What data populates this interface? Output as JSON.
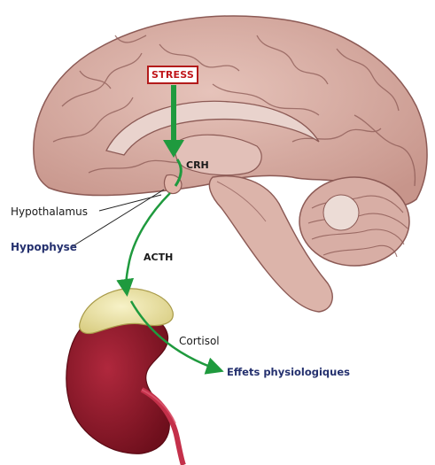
{
  "labels": {
    "stress": "STRESS",
    "crh": "CRH",
    "hypothalamus": "Hypothalamus",
    "hypophyse": "Hypophyse",
    "acth": "ACTH",
    "cortisol": "Cortisol",
    "effets": "Effets physiologiques"
  },
  "colors": {
    "brain": "#dbb1a7",
    "brain_outline": "#8c5a55",
    "arrow_green": "#1f9a3e",
    "stress_red": "#c0161a",
    "kidney": "#8f1a2a",
    "adrenal": "#ede6a0",
    "label_blue": "#24306e"
  }
}
